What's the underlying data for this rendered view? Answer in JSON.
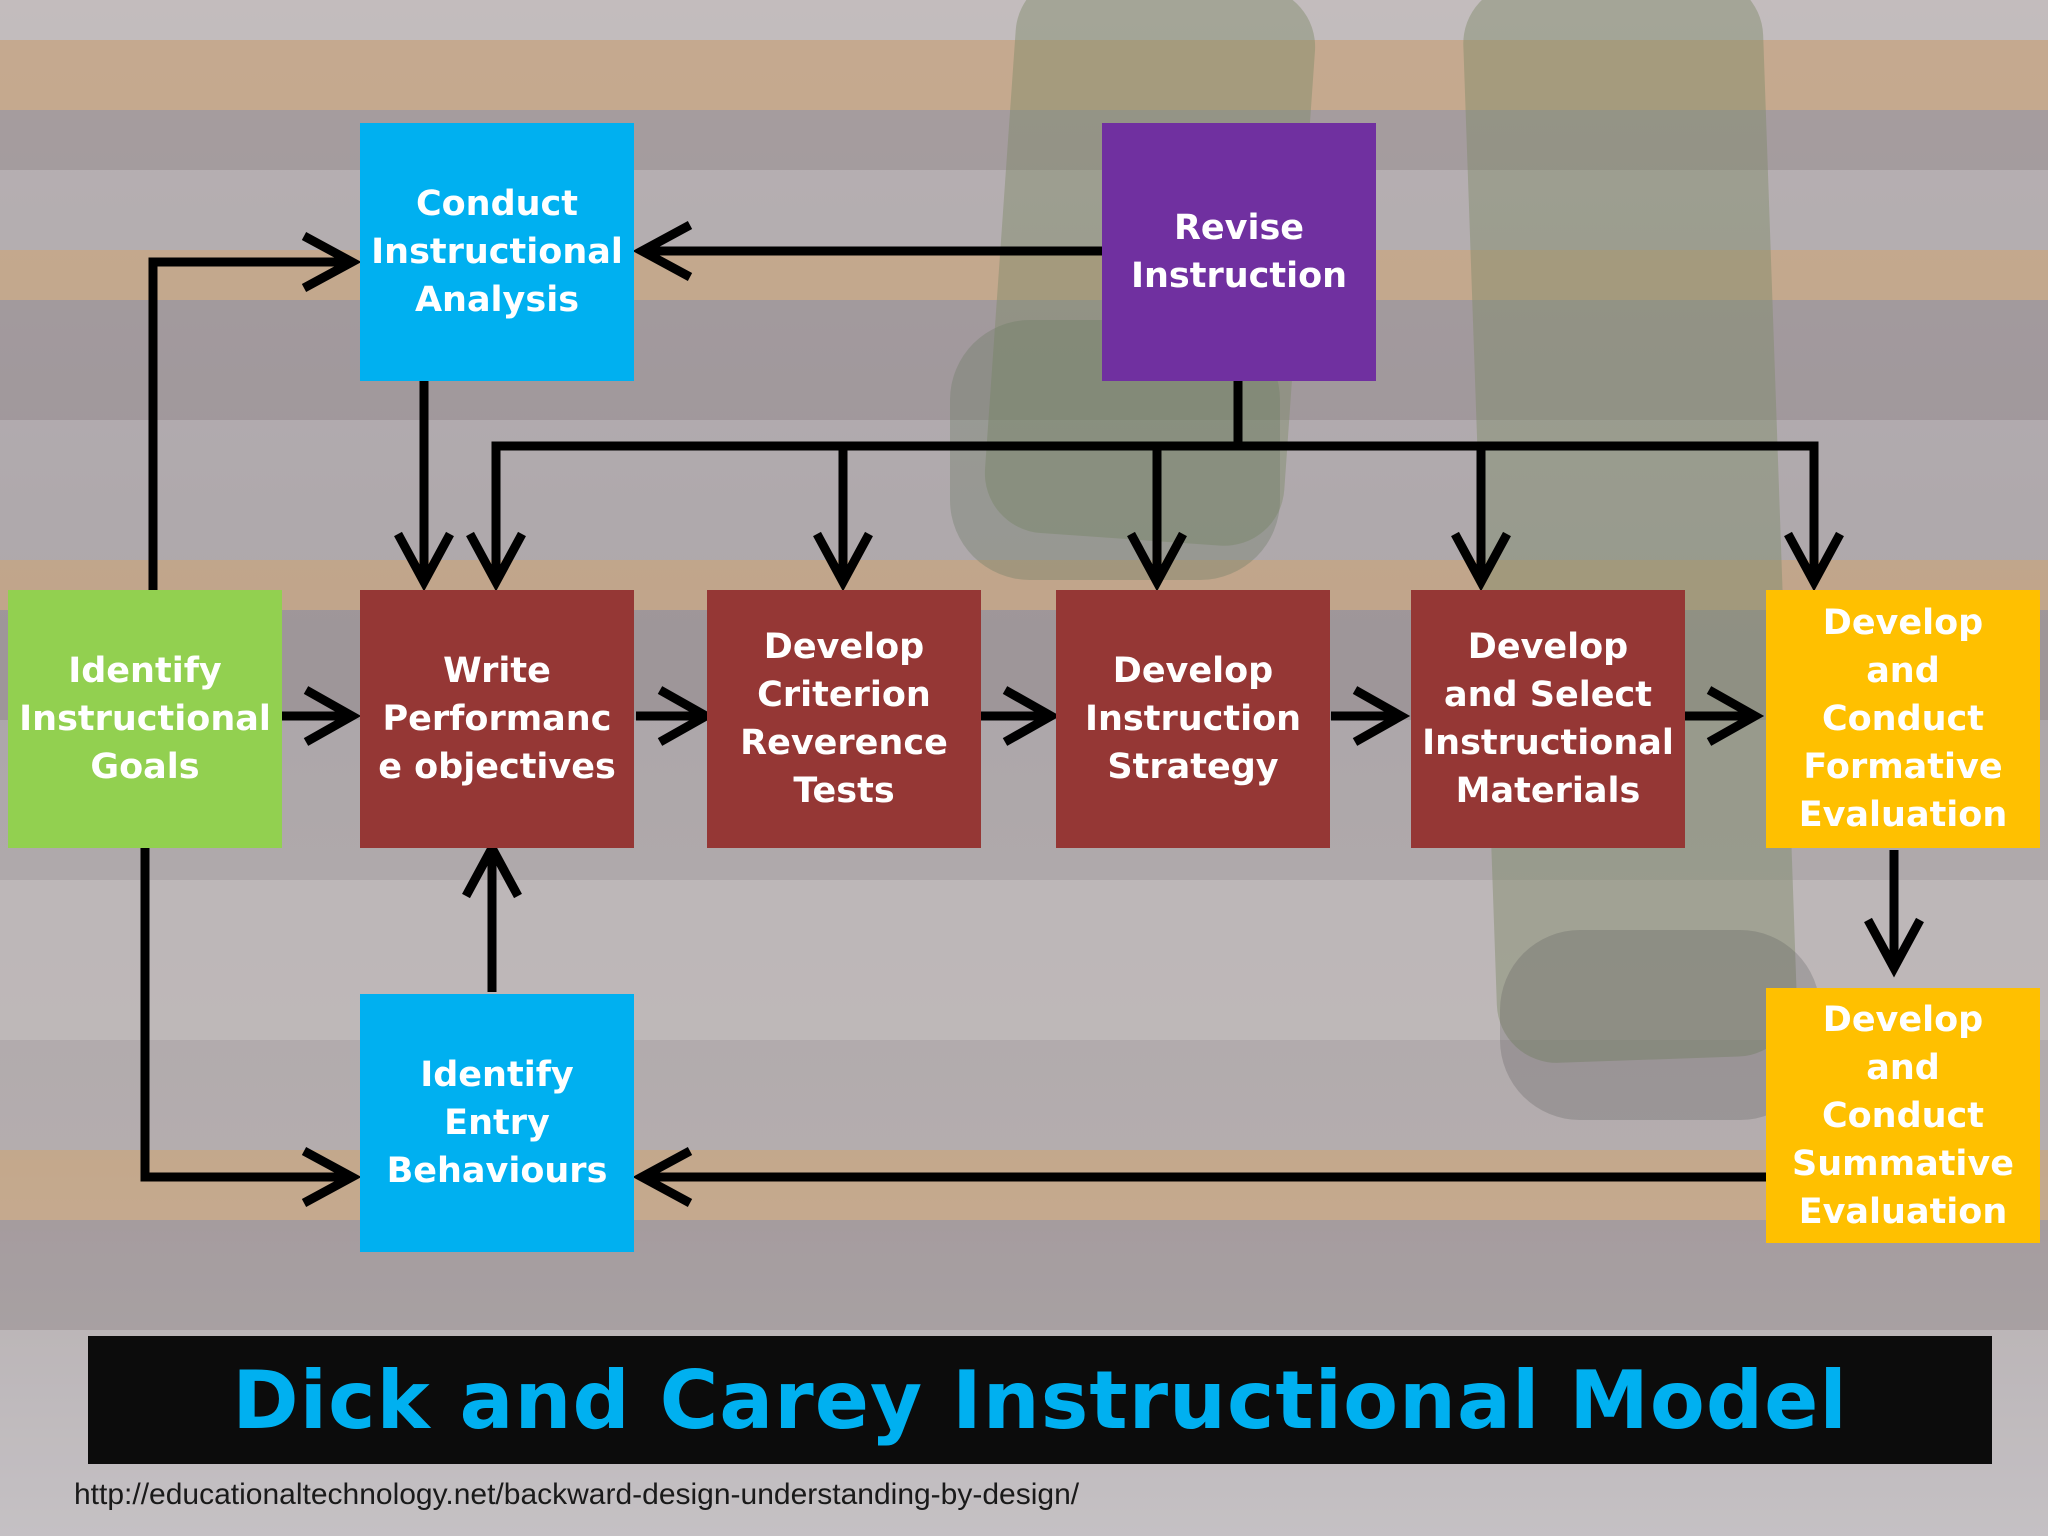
{
  "diagram": {
    "nodes": {
      "conduct_analysis": "Conduct\nInstructional\nAnalysis",
      "revise_instruction": "Revise\nInstruction",
      "identify_goals": "Identify\nInstructional\nGoals",
      "write_objectives": "Write\nPerformanc\ne objectives",
      "criterion_tests": "Develop\nCriterion\nReverence\nTests",
      "instruction_strategy": "Develop\nInstruction\nStrategy",
      "select_materials": "Develop\nand Select\nInstructional\nMaterials",
      "formative_evaluation": "Develop\nand\nConduct\nFormative\nEvaluation",
      "summative_evaluation": "Develop\nand\nConduct\nSummative\nEvaluation",
      "entry_behaviours": "Identify\nEntry\nBehaviours"
    },
    "colors": {
      "blue": "#00b0f0",
      "purple": "#7030a0",
      "green": "#92d050",
      "red": "#953735",
      "yellow": "#ffc000",
      "arrow": "#000000"
    }
  },
  "title": "Dick and Carey Instructional Model",
  "source_url": "http://educationaltechnology.net/backward-design-understanding-by-design/"
}
